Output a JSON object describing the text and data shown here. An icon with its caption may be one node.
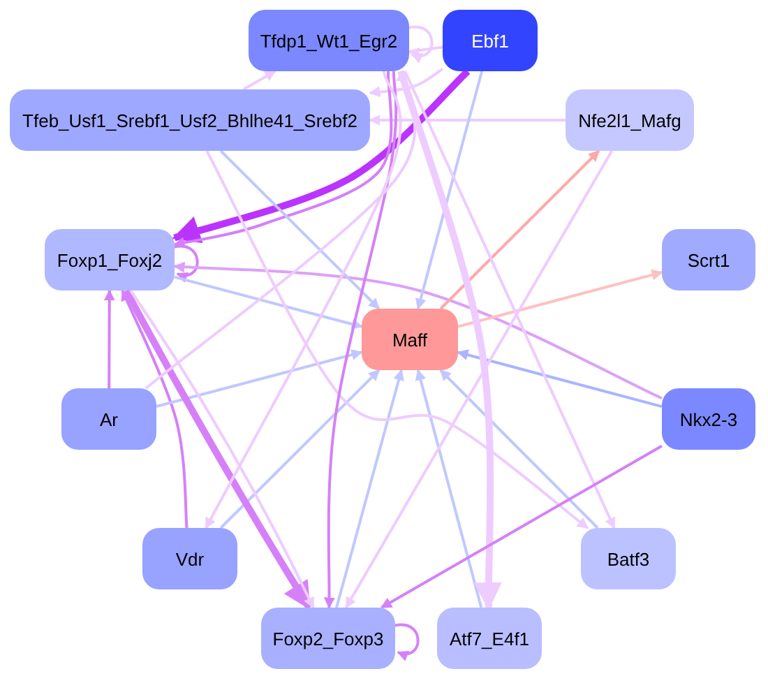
{
  "diagram": {
    "nodes": [
      {
        "text": [
          "Tfdp1_Wt1_Egr2"
        ]
      },
      {
        "text": [
          "Ebf1"
        ]
      },
      {
        "text": [
          "Tfeb_Usf1_Srebf1_Usf2_Bhlhe41_Srebf2"
        ]
      },
      {
        "text": [
          "Nfe2l1_Mafg"
        ]
      },
      {
        "text": [
          "Foxp1_Foxj2"
        ]
      },
      {
        "text": [
          "Scrt1"
        ]
      },
      {
        "text": [
          "Maff"
        ]
      },
      {
        "text": [
          "Ar"
        ]
      },
      {
        "text": [
          "Nkx2-3"
        ]
      },
      {
        "text": [
          "Vdr"
        ]
      },
      {
        "text": [
          "Batf3"
        ]
      },
      {
        "text": [
          "Foxp2_Foxp3"
        ]
      },
      {
        "text": [
          "Atf7_E4f1"
        ]
      }
    ],
    "edges": [
      {
        "from": 0,
        "to": 0,
        "arrow": "to"
      },
      {
        "from": 1,
        "to": 0,
        "arrow": "to"
      },
      {
        "from": 2,
        "to": 0,
        "arrow": "to"
      },
      {
        "from": 1,
        "to": 2,
        "arrow": "to"
      },
      {
        "from": 3,
        "to": 2,
        "arrow": "to"
      },
      {
        "from": 1,
        "to": 4,
        "arrow": "to",
        "style": "thick",
        "color": "#bb33ff"
      },
      {
        "from": 0,
        "to": 4,
        "arrow": "to",
        "color": "#d580f8"
      },
      {
        "from": 4,
        "to": 4,
        "arrow": "to",
        "color": "#d580f8"
      },
      {
        "from": 8,
        "to": 4,
        "arrow": "to",
        "color": "#dda0f8"
      },
      {
        "from": 7,
        "to": 4,
        "arrow": "to",
        "color": "#d580f8"
      },
      {
        "from": 9,
        "to": 4,
        "arrow": "to",
        "color": "#d580f8"
      },
      {
        "from": 6,
        "to": 3,
        "arrow": "to",
        "color": "#ffa8a8"
      },
      {
        "from": 6,
        "to": 5,
        "arrow": "to",
        "color": "#ffc0c0"
      },
      {
        "from": 1,
        "to": 6,
        "arrow": "to",
        "color": "#c0c8ff"
      },
      {
        "from": 2,
        "to": 6,
        "arrow": "to",
        "color": "#c0c8ff"
      },
      {
        "from": 4,
        "to": 6,
        "arrow": "to",
        "color": "#c0c8ff"
      },
      {
        "from": 7,
        "to": 6,
        "arrow": "to",
        "color": "#c0c8ff"
      },
      {
        "from": 8,
        "to": 6,
        "arrow": "to",
        "color": "#aab4ff"
      },
      {
        "from": 9,
        "to": 6,
        "arrow": "to",
        "color": "#c0c8ff"
      },
      {
        "from": 11,
        "to": 6,
        "arrow": "to",
        "color": "#c0c8ff"
      },
      {
        "from": 12,
        "to": 6,
        "arrow": "to",
        "color": "#c0c8ff"
      },
      {
        "from": 10,
        "to": 6,
        "arrow": "to",
        "color": "#c0c8ff"
      },
      {
        "from": 2,
        "to": 10,
        "arrow": "to"
      },
      {
        "from": 0,
        "to": 10,
        "arrow": "to"
      },
      {
        "from": 0,
        "to": 12,
        "arrow": "to",
        "style": "thick"
      },
      {
        "from": 0,
        "to": 11,
        "arrow": "to",
        "color": "#d580f8"
      },
      {
        "from": 4,
        "to": 11,
        "arrow": "to",
        "style": "thick",
        "color": "#d580f8"
      },
      {
        "from": 4,
        "to": 11,
        "arrow": "to"
      },
      {
        "from": 8,
        "to": 11,
        "arrow": "to",
        "color": "#d580f8"
      },
      {
        "from": 3,
        "to": 11,
        "arrow": "to"
      },
      {
        "from": 0,
        "to": 9,
        "arrow": "to"
      },
      {
        "from": 7,
        "to": 0,
        "arrow": "to"
      },
      {
        "from": 11,
        "to": 11,
        "arrow": "to",
        "color": "#d580f8"
      }
    ]
  }
}
